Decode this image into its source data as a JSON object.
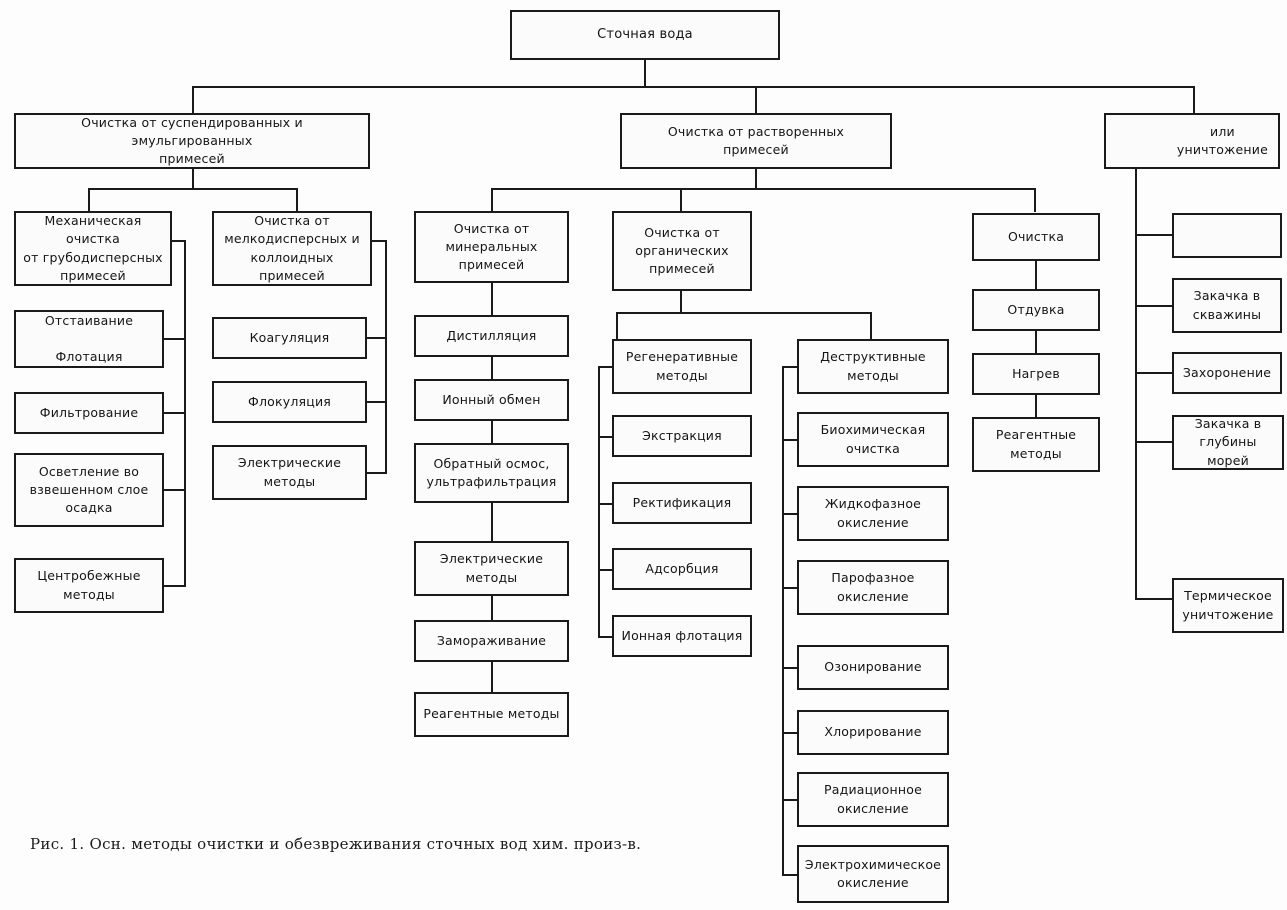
{
  "figure": {
    "caption": "Рис. 1. Осн. методы очистки и обезвреживания сточных вод хим. произ-в.",
    "language": "ru",
    "ink_color": "#1a1a1a",
    "paper_color": "#fdfdfd"
  },
  "diagram": {
    "type": "tree-flowchart",
    "root": {
      "label": "Сточная вода"
    },
    "level2": [
      {
        "label": "Очистка от суспендированных и эмульгированных\nпримесей"
      },
      {
        "label": "Очистка от растворенных\nпримесей"
      },
      {
        "label": "или\nуничтожение"
      }
    ],
    "branch_suspended": {
      "groups": [
        {
          "head": {
            "label": "Механическая очистка\nот  грубодисперсных\nпримесей"
          },
          "items": [
            {
              "label": "Отстаивание\n\nФлотация"
            },
            {
              "label": "Фильтрование"
            },
            {
              "label": "Осветление во\nвзвешенном слое\nосадка"
            },
            {
              "label": "Центробежные\nметоды"
            }
          ]
        },
        {
          "head": {
            "label": "Очистка от\nмелкодисперсных и\nколлоидных примесей"
          },
          "items": [
            {
              "label": "Коагуляция"
            },
            {
              "label": "Флокуляция"
            },
            {
              "label": "Электрические\nметоды"
            }
          ]
        }
      ]
    },
    "branch_dissolved": {
      "groups": [
        {
          "head": {
            "label": "Очистка от\nминеральных примесей"
          },
          "items": [
            {
              "label": "Дистилляция"
            },
            {
              "label": "Ионный обмен"
            },
            {
              "label": "Обратный осмос,\nультрафильтрация"
            },
            {
              "label": "Электрические\nметоды"
            },
            {
              "label": "Замораживание"
            },
            {
              "label": "Реагентные методы"
            }
          ]
        },
        {
          "head": {
            "label": "Очистка от\nорганических\nпримесей"
          },
          "subgroups": [
            {
              "head": {
                "label": "Регенеративные\nметоды"
              },
              "items": [
                {
                  "label": "Экстракция"
                },
                {
                  "label": "Ректификация"
                },
                {
                  "label": "Адсорбция"
                },
                {
                  "label": "Ионная флотация"
                }
              ]
            },
            {
              "head": {
                "label": "Деструктивные\nметоды"
              },
              "items": [
                {
                  "label": "Биохимическая\nочистка"
                },
                {
                  "label": "Жидкофазное\nокисление"
                },
                {
                  "label": "Парофазное\nокисление"
                },
                {
                  "label": "Озонирование"
                },
                {
                  "label": "Хлорирование"
                },
                {
                  "label": "Радиационное\nокисление"
                },
                {
                  "label": "Электрохимическое\nокисление"
                }
              ]
            }
          ]
        },
        {
          "head": {
            "label": "Очистка"
          },
          "items": [
            {
              "label": "Отдувка"
            },
            {
              "label": "Нагрев"
            },
            {
              "label": "Реагентные\nметоды"
            }
          ]
        }
      ]
    },
    "branch_disposal": {
      "items": [
        {
          "label": ""
        },
        {
          "label": "Закачка в\nскважины"
        },
        {
          "label": "Захоронение"
        },
        {
          "label": "Закачка в\nглубины морей"
        },
        {
          "label": "Термическое\nуничтожение"
        }
      ]
    }
  }
}
